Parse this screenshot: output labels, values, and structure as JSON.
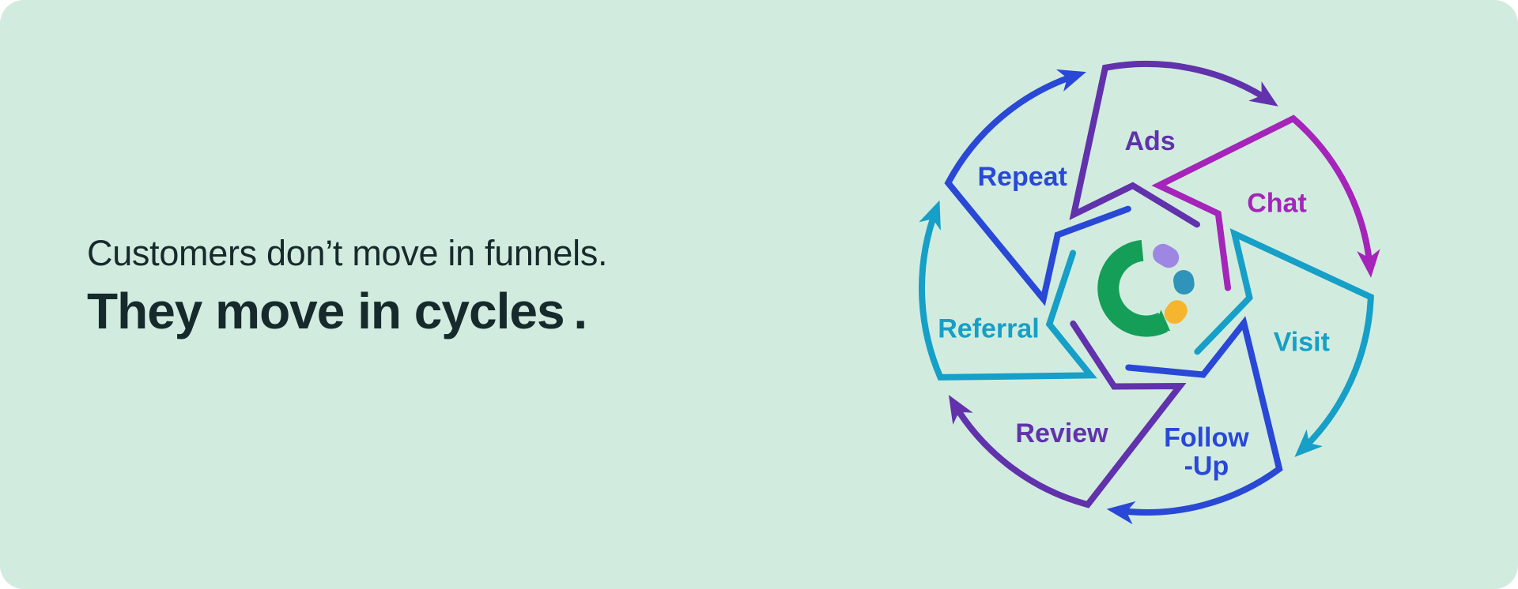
{
  "colors": {
    "page_background": "#ffffff",
    "panel_background": "#d1ecdf",
    "headline_text": "#162a2c"
  },
  "headline": {
    "line1": "Customers don’t move in funnels.",
    "line2": "They move in cycles ."
  },
  "cycle": {
    "direction": "clockwise",
    "stages": [
      {
        "id": "repeat",
        "label": "Repeat",
        "color": "#2948d6"
      },
      {
        "id": "ads",
        "label": "Ads",
        "color": "#6132ab"
      },
      {
        "id": "chat",
        "label": "Chat",
        "color": "#a524ba"
      },
      {
        "id": "visit",
        "label": "Visit",
        "color": "#169fc7"
      },
      {
        "id": "follow-up",
        "label": "Follow\n-Up",
        "color": "#2948d6"
      },
      {
        "id": "review",
        "label": "Review",
        "color": "#6132ab"
      },
      {
        "id": "referral",
        "label": "Referral",
        "color": "#169fc7"
      }
    ],
    "logo": {
      "green": "#159e58",
      "lavender": "#9d87e2",
      "teal": "#2f94b9",
      "amber": "#f6b52e"
    }
  }
}
